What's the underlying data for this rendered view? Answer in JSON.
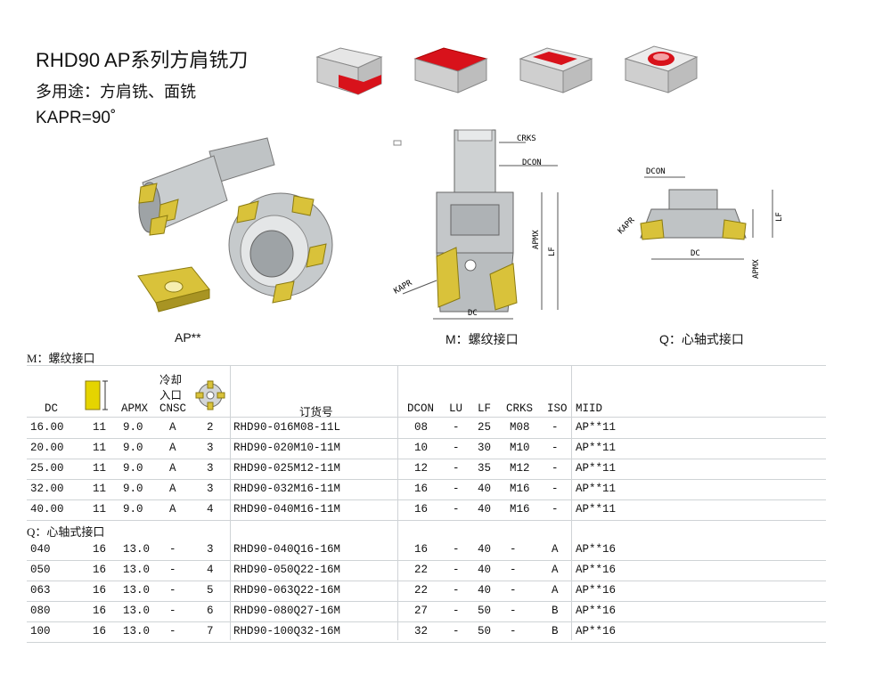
{
  "header": {
    "title": "RHD90 AP系列方肩铣刀",
    "subtitle": "多用途：方肩铣、面铣",
    "kapr": "KAPR=90˚"
  },
  "captions": {
    "insert": "AP**",
    "thread": "M：螺纹接口",
    "shell": "Q：心轴式接口"
  },
  "dims": {
    "crks": "CRKS",
    "dcon": "DCON",
    "apmx": "APMX",
    "lf": "LF",
    "dc": "DC",
    "kapr": "KAPR",
    "dcon2": "DCON",
    "kapr2": "KAPR",
    "dc2": "DC",
    "apmx2": "APMX",
    "lf2": "LF"
  },
  "colors": {
    "accent": "#d8121b",
    "insert_gold": "#d9c23a",
    "grid": "#cfd3d6"
  },
  "table": {
    "section_m": "M：螺纹接口",
    "section_q": "Q：心轴式接口",
    "headers": {
      "dc": "DC",
      "apmx": "APMX",
      "cnsc_top": "冷却",
      "cnsc_mid": "入口",
      "cnsc": "CNSC",
      "order": "订货号",
      "dcon": "DCON",
      "lu": "LU",
      "lf": "LF",
      "crks": "CRKS",
      "iso": "ISO",
      "miid": "MIID"
    },
    "rows_m": [
      [
        "16.00",
        "11",
        "9.0",
        "A",
        "2",
        "RHD90-016M08-11L",
        "08",
        "-",
        "25",
        "M08",
        "-",
        "AP**11"
      ],
      [
        "20.00",
        "11",
        "9.0",
        "A",
        "3",
        "RHD90-020M10-11M",
        "10",
        "-",
        "30",
        "M10",
        "-",
        "AP**11"
      ],
      [
        "25.00",
        "11",
        "9.0",
        "A",
        "3",
        "RHD90-025M12-11M",
        "12",
        "-",
        "35",
        "M12",
        "-",
        "AP**11"
      ],
      [
        "32.00",
        "11",
        "9.0",
        "A",
        "3",
        "RHD90-032M16-11M",
        "16",
        "-",
        "40",
        "M16",
        "-",
        "AP**11"
      ],
      [
        "40.00",
        "11",
        "9.0",
        "A",
        "4",
        "RHD90-040M16-11M",
        "16",
        "-",
        "40",
        "M16",
        "-",
        "AP**11"
      ]
    ],
    "rows_q": [
      [
        "040",
        "16",
        "13.0",
        "-",
        "3",
        "RHD90-040Q16-16M",
        "16",
        "-",
        "40",
        "-",
        "A",
        "AP**16"
      ],
      [
        "050",
        "16",
        "13.0",
        "-",
        "4",
        "RHD90-050Q22-16M",
        "22",
        "-",
        "40",
        "-",
        "A",
        "AP**16"
      ],
      [
        "063",
        "16",
        "13.0",
        "-",
        "5",
        "RHD90-063Q22-16M",
        "22",
        "-",
        "40",
        "-",
        "A",
        "AP**16"
      ],
      [
        "080",
        "16",
        "13.0",
        "-",
        "6",
        "RHD90-080Q27-16M",
        "27",
        "-",
        "50",
        "-",
        "B",
        "AP**16"
      ],
      [
        "100",
        "16",
        "13.0",
        "-",
        "7",
        "RHD90-100Q32-16M",
        "32",
        "-",
        "50",
        "-",
        "B",
        "AP**16"
      ]
    ]
  }
}
